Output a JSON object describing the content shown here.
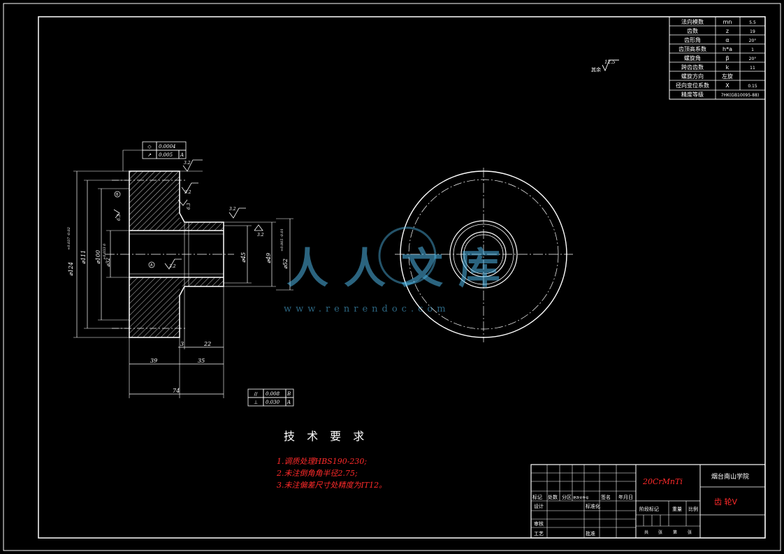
{
  "gear_params": [
    {
      "name": "法向模数",
      "sym": "mn",
      "val": "5.5"
    },
    {
      "name": "齿数",
      "sym": "z",
      "val": "19"
    },
    {
      "name": "齿形角",
      "sym": "α",
      "val": "20°"
    },
    {
      "name": "齿顶高系数",
      "sym": "h*a",
      "val": "1"
    },
    {
      "name": "螺旋角",
      "sym": "β",
      "val": "20°"
    },
    {
      "name": "跨齿齿数",
      "sym": "k",
      "val": "11"
    },
    {
      "name": "螺旋方向",
      "sym": "左旋",
      "val": ""
    },
    {
      "name": "径向变位系数",
      "sym": "X",
      "val": "0.15"
    },
    {
      "name": "精度等级",
      "sym": "7HK(GB10095-88)",
      "val": ""
    }
  ],
  "roughness_other": {
    "value": "12.5",
    "label": "其余"
  },
  "dims": {
    "d1": "⌀124",
    "d1_tol": "+0.037 -0.02",
    "d2": "⌀111",
    "d3": "⌀100",
    "d4": "⌀32",
    "d4_tol": "+0.033 0",
    "d5": "⌀45",
    "d6": "⌀49",
    "d7": "⌀52",
    "d7_tol": "+0.005 -0.01",
    "l_3": "3",
    "l_22": "22",
    "l_39": "39",
    "l_35": "35",
    "l_74": "74"
  },
  "roughness": [
    "3.2",
    "3.2",
    "3.2",
    "3.2",
    "3.2",
    "6.3",
    "6.3"
  ],
  "datums": [
    "A",
    "B"
  ],
  "tol_top": [
    {
      "sym": "◇",
      "val": "0.0004",
      "ref": ""
    },
    {
      "sym": "↗",
      "val": "0.005",
      "ref": "A"
    }
  ],
  "tol_bottom": [
    {
      "sym": "//",
      "val": "0.008",
      "ref": "B"
    },
    {
      "sym": "⊥",
      "val": "0.030",
      "ref": "A"
    }
  ],
  "tech": {
    "title": "技 术 要 求",
    "items": [
      "1.调质处理HBS190-230;",
      "2.未注倒角角半径2.75;",
      "3.未注偏差尺寸处精度为IT12。"
    ]
  },
  "watermark": {
    "text": "人人文库",
    "url": "www.renrendoc.com"
  },
  "title_block": {
    "material": "20CrMnTi",
    "school": "烟台南山学院",
    "part": "齿 轮V",
    "row_headers": [
      "标记",
      "处数",
      "分区",
      "更改文件号",
      "签名",
      "年月日"
    ],
    "labels": [
      "设计",
      "标准化",
      "审核",
      "工艺",
      "批准"
    ],
    "stage_labels": [
      "阶段标记",
      "重量",
      "比例"
    ],
    "sheet_labels": [
      "共",
      "张",
      "第",
      "张"
    ]
  }
}
